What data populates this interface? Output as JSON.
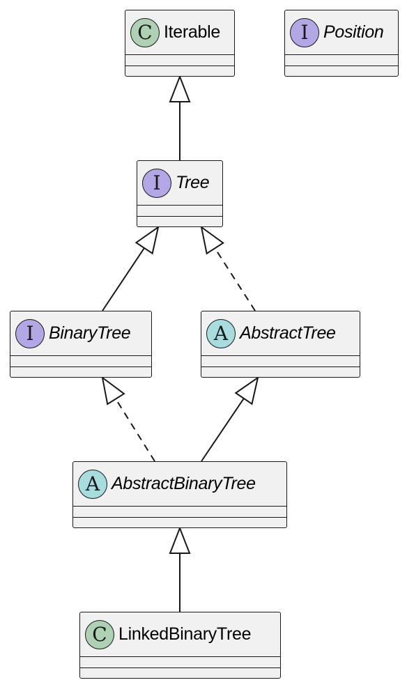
{
  "diagram": {
    "classes": [
      {
        "id": "iterable",
        "name": "Iterable",
        "stereotype": "C",
        "kind": "class",
        "italic": false
      },
      {
        "id": "position",
        "name": "Position",
        "stereotype": "I",
        "kind": "interface",
        "italic": true
      },
      {
        "id": "tree",
        "name": "Tree",
        "stereotype": "I",
        "kind": "interface",
        "italic": true
      },
      {
        "id": "binarytree",
        "name": "BinaryTree",
        "stereotype": "I",
        "kind": "interface",
        "italic": true
      },
      {
        "id": "abstracttree",
        "name": "AbstractTree",
        "stereotype": "A",
        "kind": "abstract",
        "italic": true
      },
      {
        "id": "abstractbinarytree",
        "name": "AbstractBinaryTree",
        "stereotype": "A",
        "kind": "abstract",
        "italic": true
      },
      {
        "id": "linkedbinarytree",
        "name": "LinkedBinaryTree",
        "stereotype": "C",
        "kind": "class",
        "italic": false
      }
    ],
    "relations": [
      {
        "from": "tree",
        "to": "iterable",
        "type": "extends",
        "style": "solid"
      },
      {
        "from": "binarytree",
        "to": "tree",
        "type": "extends",
        "style": "solid"
      },
      {
        "from": "abstracttree",
        "to": "tree",
        "type": "implements",
        "style": "dashed"
      },
      {
        "from": "abstractbinarytree",
        "to": "binarytree",
        "type": "implements",
        "style": "dashed"
      },
      {
        "from": "abstractbinarytree",
        "to": "abstracttree",
        "type": "extends",
        "style": "solid"
      },
      {
        "from": "linkedbinarytree",
        "to": "abstractbinarytree",
        "type": "extends",
        "style": "solid"
      }
    ],
    "colors": {
      "class_badge": "#add1b2",
      "interface_badge": "#b4a7e5",
      "abstract_badge": "#a9dcdf",
      "box_fill": "#f1f1f1",
      "line": "#181818"
    }
  }
}
